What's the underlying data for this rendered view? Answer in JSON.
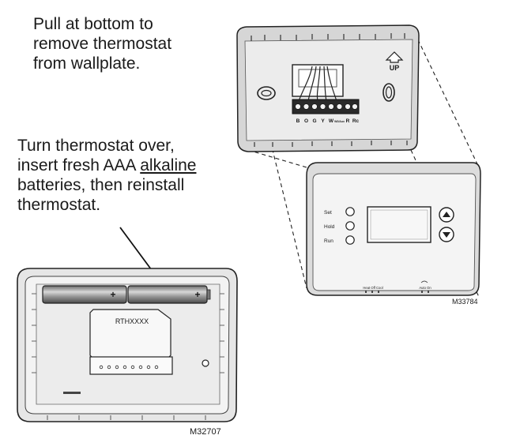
{
  "instructions": {
    "step1": [
      "Pull at bottom to",
      "remove thermostat",
      "from wallplate."
    ],
    "step2": {
      "line1": "Turn thermostat over,",
      "line2_prefix": "insert fresh AAA ",
      "line2_underlined": "alkaline",
      "line3": "batteries, then reinstall",
      "line4": "thermostat."
    }
  },
  "wallplate": {
    "up_label": "UP",
    "terminal_labels": [
      "B",
      "O",
      "G",
      "Y",
      "W",
      "W2/Aux",
      "R",
      "Rc"
    ]
  },
  "front_unit": {
    "buttons": [
      "Set",
      "Hold",
      "Run"
    ],
    "bottom_switch_label": "Heat Off Cool",
    "bottom_right_label": "Auto On",
    "figure_id": "M33784"
  },
  "back_unit": {
    "battery_polarity": [
      "+",
      "+"
    ],
    "model_label": "RTHXXXX",
    "figure_id": "M32707"
  }
}
